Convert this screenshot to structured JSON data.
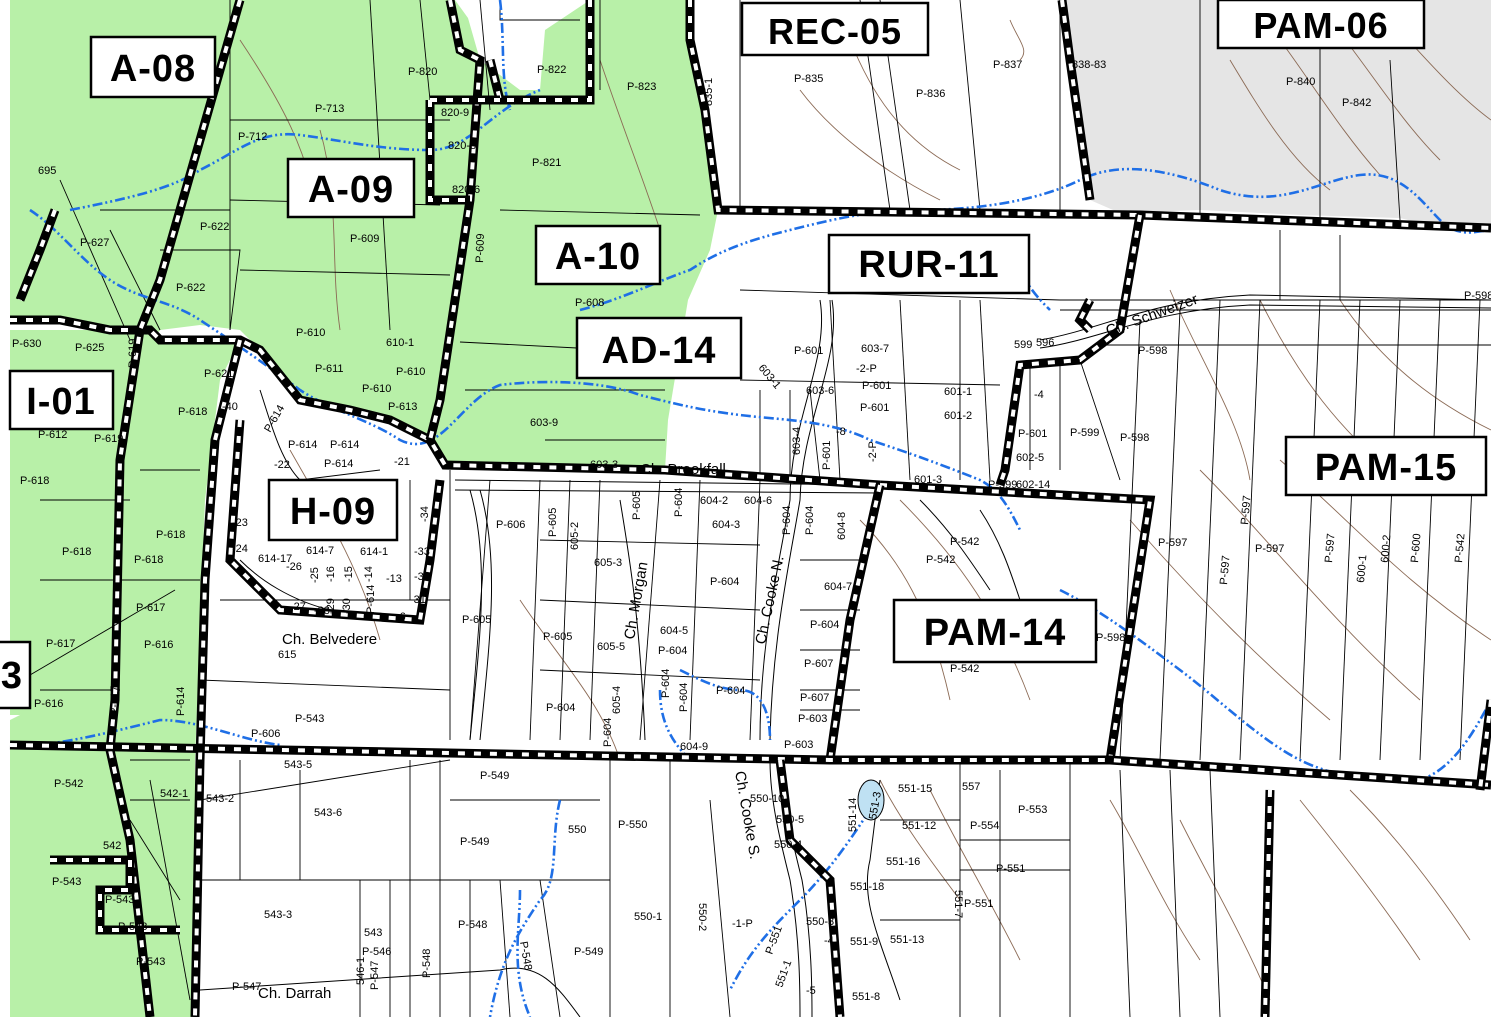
{
  "colors": {
    "agricultural_zone": "#b8f0a8",
    "protected_zone": "#e5e5e5",
    "background": "#ffffff",
    "zone_boundary": "#000000",
    "stream": "#1f6fe6",
    "pond": "#bfe1f3",
    "contour": "#8b6a55"
  },
  "zones": [
    {
      "id": "A-08",
      "label": "A-08"
    },
    {
      "id": "A-09",
      "label": "A-09"
    },
    {
      "id": "A-10",
      "label": "A-10"
    },
    {
      "id": "AD-14",
      "label": "AD-14"
    },
    {
      "id": "REC-05",
      "label": "REC-05"
    },
    {
      "id": "PAM-06",
      "label": "PAM-06"
    },
    {
      "id": "RUR-11",
      "label": "RUR-11"
    },
    {
      "id": "I-01",
      "label": "I-01"
    },
    {
      "id": "H-09",
      "label": "H-09"
    },
    {
      "id": "PAM-15",
      "label": "PAM-15"
    },
    {
      "id": "PAM-14",
      "label": "PAM-14"
    },
    {
      "id": "edge-3",
      "label": "3"
    }
  ],
  "roads": [
    {
      "id": "schweizer",
      "label": "Ch. Schweizer"
    },
    {
      "id": "brookfall",
      "label": "Ch. Brookfall"
    },
    {
      "id": "belvedere",
      "label": "Ch. Belvedere"
    },
    {
      "id": "morgan",
      "label": "Ch. Morgan"
    },
    {
      "id": "cooke-n",
      "label": "Ch. Cooke N."
    },
    {
      "id": "cooke-s",
      "label": "Ch. Cooke S."
    },
    {
      "id": "darrah",
      "label": "Ch. Darrah"
    }
  ],
  "lots": [
    "P-712",
    "P-713",
    "P-820",
    "P-822",
    "P-823",
    "820-9",
    "820-8",
    "820-6",
    "P-821",
    "P-609",
    "P-608",
    "P-835",
    "835-1",
    "P-837",
    "P-836",
    "838-83",
    "P-840",
    "P-842",
    "695",
    "P-627",
    "P-622",
    "P-609",
    "P-622",
    "P-630",
    "P-625",
    "P-619",
    "P-610",
    "610-1",
    "P-610",
    "P-611",
    "P-610",
    "P-613",
    "P-621",
    "P-618",
    "-40",
    "P-612",
    "P-619",
    "P-618",
    "P-618",
    "P-618",
    "P-618",
    "P-617",
    "P-617",
    "P-616",
    "P-616",
    "P-617",
    "P-614",
    "P-614",
    "P-614",
    "P-614",
    "P-614",
    "-21",
    "-22",
    "-23",
    "-24",
    "614-17",
    "614-7",
    "614-1",
    "-34",
    "-33",
    "-32",
    "-31",
    "-6",
    "-13",
    "-14",
    "-15",
    "-16",
    "-25",
    "-26",
    "-27",
    "-28",
    "-29",
    "-30",
    "P-614",
    "615",
    "P-543",
    "P-606",
    "P-606",
    "P-605",
    "P-605",
    "605-2",
    "P-605",
    "605-3",
    "P-605",
    "605-5",
    "605-4",
    "P-604",
    "P-604",
    "P-604",
    "604-2",
    "604-3",
    "604-5",
    "P-604",
    "P-604",
    "P-604",
    "P-604",
    "P-604",
    "604-9",
    "604-6",
    "P-604",
    "P-604",
    "604-8",
    "604-7",
    "P-604",
    "P-607",
    "P-607",
    "P-603",
    "P-603",
    "603-9",
    "603-3",
    "603-7",
    "603-1",
    "603-6",
    "603-4",
    "-8",
    "-2-P",
    "-2-P",
    "P-601",
    "P-601",
    "P-601",
    "P-601",
    "601-1",
    "601-2",
    "601-3",
    "-4",
    "P-601",
    "602-5",
    "602-14",
    "P-599",
    "P-599",
    "599",
    "596",
    "P-598",
    "P-598",
    "P-598",
    "P-598",
    "P-597",
    "P-597",
    "P-597",
    "P-597",
    "P-597",
    "600-1",
    "600-2",
    "P-600",
    "P-542",
    "P-542",
    "P-542",
    "P-542",
    "P-542",
    "542-1",
    "542",
    "P-543",
    "P-543",
    "P-543",
    "P-543",
    "543-5",
    "543-6",
    "543-3",
    "543-2",
    "543",
    "P-546",
    "546-1",
    "P-547",
    "P-547",
    "P-548",
    "P-548",
    "P-548",
    "P-549",
    "P-549",
    "P-549",
    "550",
    "P-550",
    "550-1",
    "550-2",
    "550-10",
    "550-5",
    "550-4",
    "550-3",
    "-1-P",
    "P-551",
    "551-1",
    "-5",
    "-4",
    "551-3",
    "551-14",
    "551-15",
    "551-12",
    "551-16",
    "551-18",
    "551-9",
    "551-13",
    "551-8",
    "551-7",
    "P-551",
    "P-551",
    "P-554",
    "557",
    "P-553"
  ],
  "legend": {}
}
